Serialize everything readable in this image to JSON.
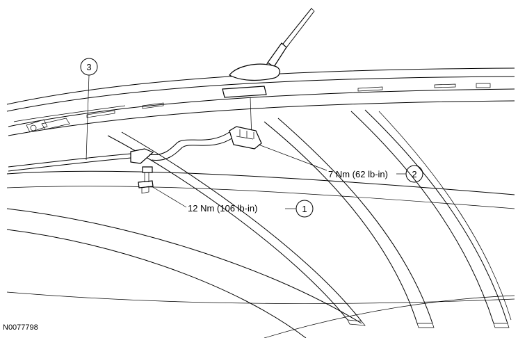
{
  "callouts": [
    {
      "number": "1",
      "label": "12 Nm (106 lb-in)"
    },
    {
      "number": "2",
      "label": "7 Nm (62 lb-in)"
    },
    {
      "number": "3",
      "label": ""
    }
  ],
  "figure_id": "N0077798"
}
